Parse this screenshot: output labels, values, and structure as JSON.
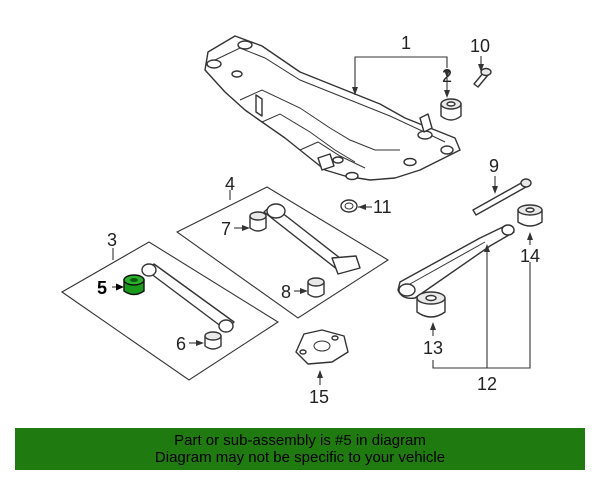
{
  "callouts": {
    "c1": "1",
    "c2": "2",
    "c3": "3",
    "c4": "4",
    "c5": "5",
    "c6": "6",
    "c7": "7",
    "c8": "8",
    "c9": "9",
    "c10": "10",
    "c11": "11",
    "c12": "12",
    "c13": "13",
    "c14": "14",
    "c15": "15"
  },
  "banner": {
    "line1": "Part or sub-assembly is #5 in diagram",
    "line2": "Diagram may not be specific to your vehicle"
  },
  "colors": {
    "banner_bg": "#1f7a10",
    "highlight_part": "#1a9a1a"
  }
}
